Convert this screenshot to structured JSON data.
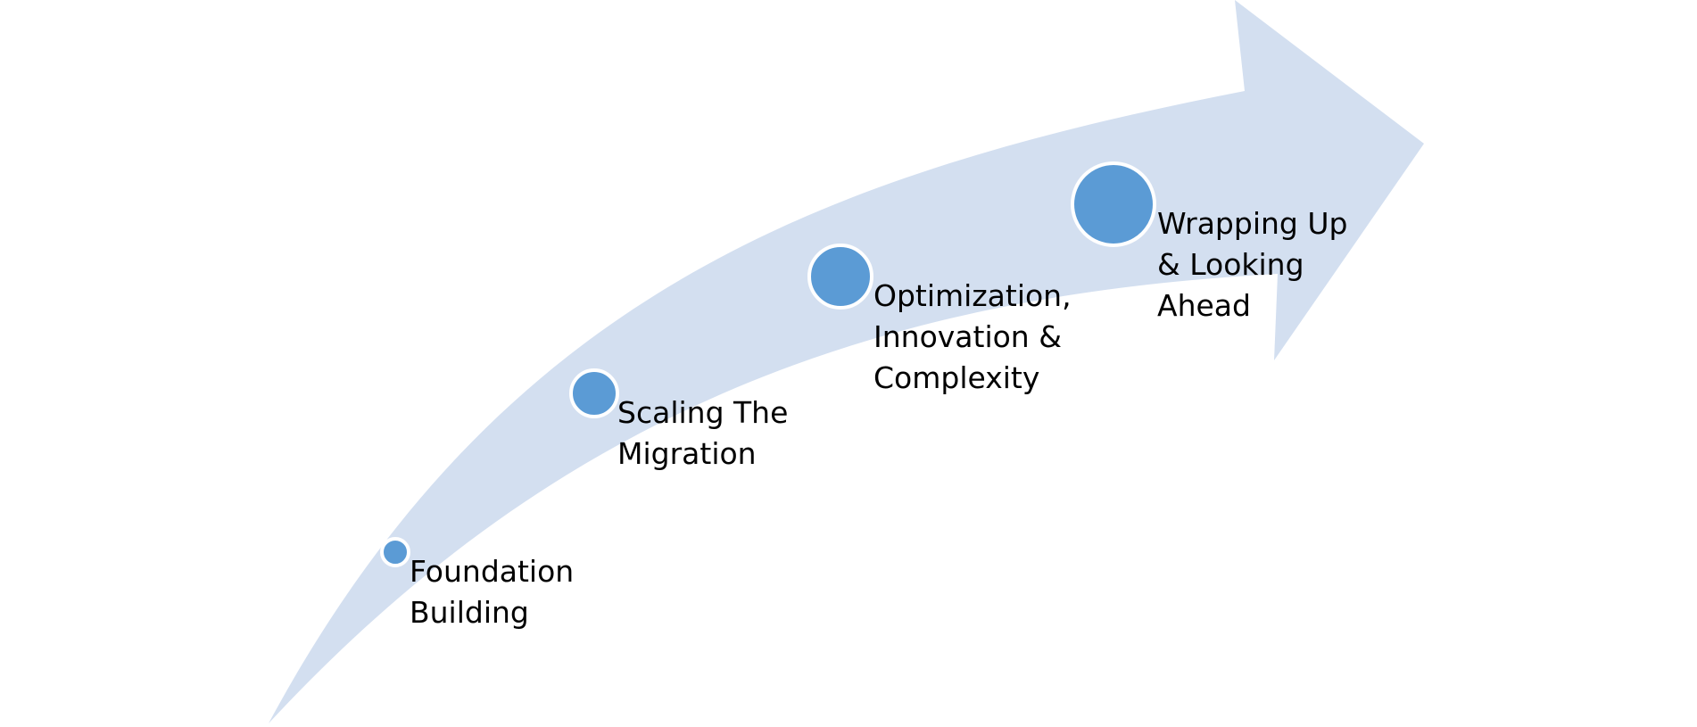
{
  "diagram": {
    "arrow_color": "#d3dff0",
    "dot_color": "#5b9bd5",
    "dot_outline_color": "#ffffff",
    "steps": [
      {
        "label_lines": [
          "Foundation",
          "Building"
        ]
      },
      {
        "label_lines": [
          "Scaling The",
          "Migration"
        ]
      },
      {
        "label_lines": [
          "Optimization,",
          "Innovation &",
          "Complexity"
        ]
      },
      {
        "label_lines": [
          "Wrapping Up",
          "& Looking",
          "Ahead"
        ]
      }
    ]
  }
}
